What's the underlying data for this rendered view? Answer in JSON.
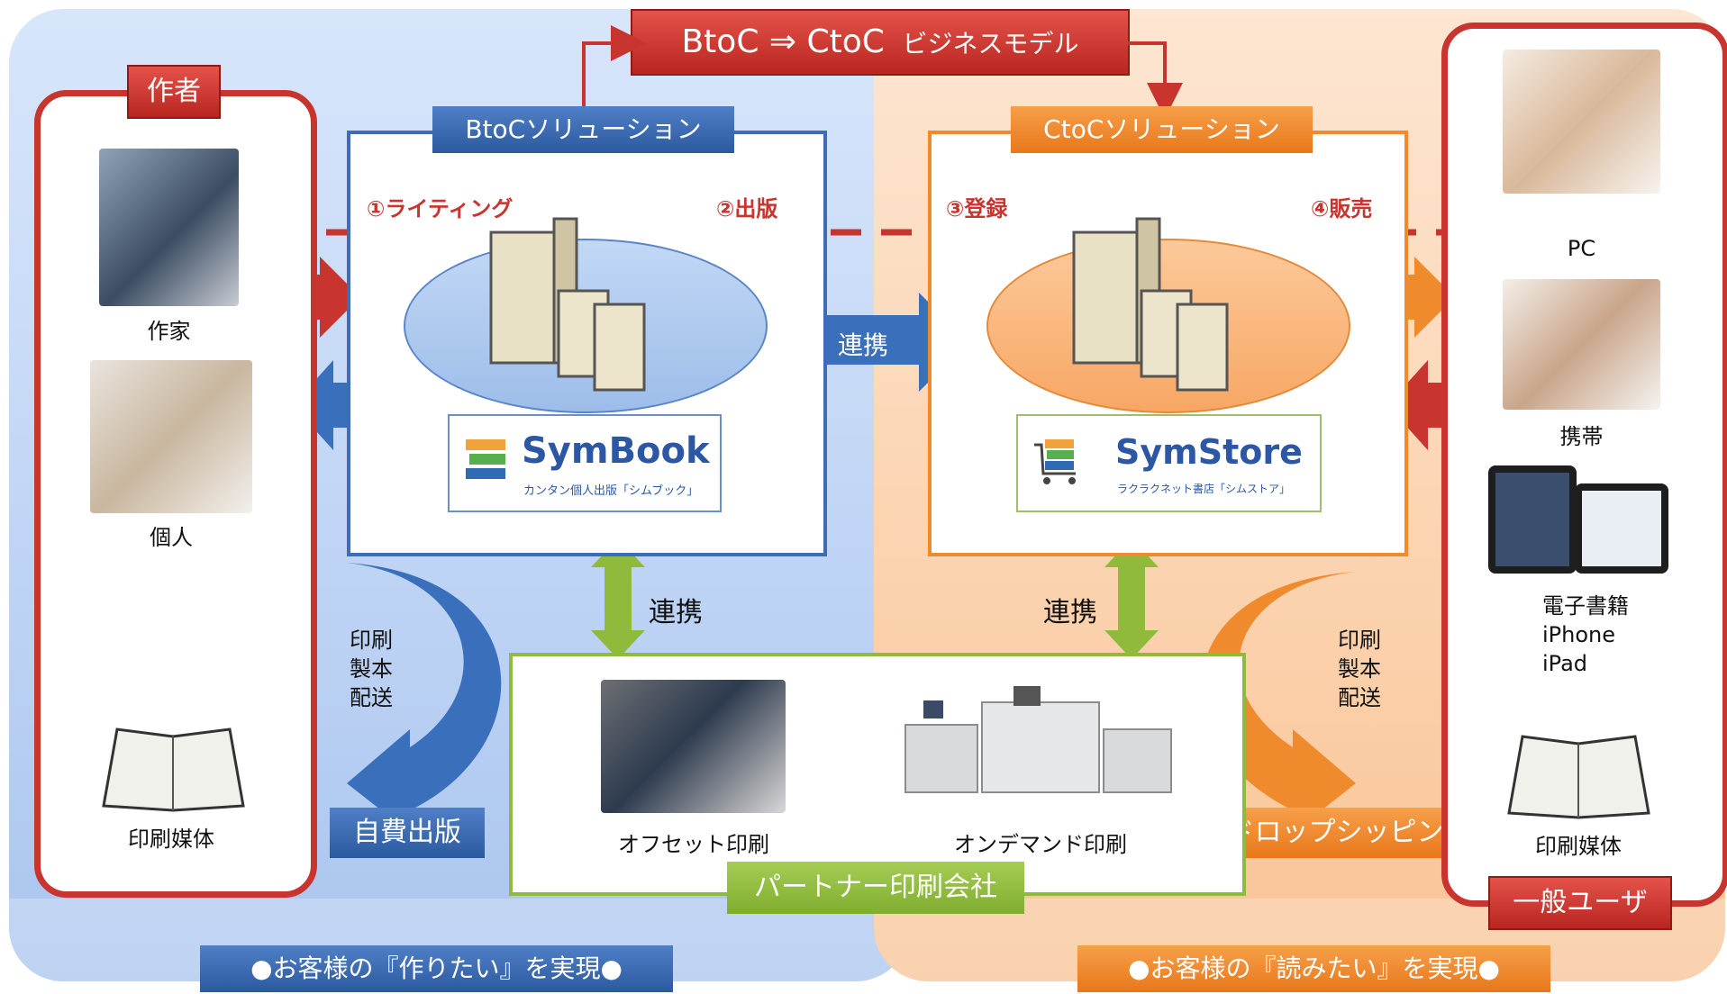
{
  "title": {
    "main": "BtoC ⇒ CtoC",
    "sub": "ビジネスモデル"
  },
  "author_panel": {
    "label": "作者",
    "items": [
      "作家",
      "個人",
      "印刷媒体"
    ]
  },
  "user_panel": {
    "label": "一般ユーザ",
    "items": [
      "PC",
      "携帯"
    ],
    "ebook": [
      "電子書籍",
      "iPhone",
      "iPad"
    ],
    "print": "印刷媒体"
  },
  "btoc": {
    "label": "BtoCソリューション",
    "step1": "①ライティング",
    "step2": "②出版",
    "logo": {
      "name": "SymBook",
      "tagline": "カンタン個人出版「シムブック」"
    }
  },
  "ctoc": {
    "label": "CtoCソリューション",
    "step3": "③登録",
    "step4": "④販売",
    "logo": {
      "name": "SymStore",
      "tagline": "ラクラクネット書店「シムストア」"
    }
  },
  "link_label": "連携",
  "print_flow": [
    "印刷",
    "製本",
    "配送"
  ],
  "self_publish": "自費出版",
  "drop_shipping": "ドロップシッピング",
  "partner": {
    "label": "パートナー印刷会社",
    "offset": "オフセット印刷",
    "ondemand": "オンデマンド印刷"
  },
  "footer": {
    "left": "●お客様の『作りたい』を実現●",
    "right": "●お客様の『読みたい』を実現●"
  },
  "colors": {
    "red": "#c8342e",
    "blue": "#3f6db5",
    "orange": "#ef8b2c",
    "green": "#8fba3c"
  }
}
